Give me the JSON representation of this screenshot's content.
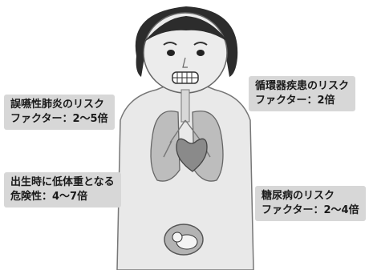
{
  "figure": {
    "labels": {
      "pneumonia": {
        "line1": "誤嚥性肺炎のリスク",
        "line2": "ファクター：2～5倍"
      },
      "cardiovascular": {
        "line1": "循環器疾患のリスク",
        "line2": "ファクター：2倍"
      },
      "low_birth_weight": {
        "line1": "出生時に低体重となる",
        "line2": "危険性：4～7倍"
      },
      "diabetes": {
        "line1": "糖尿病のリスク",
        "line2": "ファクター：2～4倍"
      }
    }
  }
}
